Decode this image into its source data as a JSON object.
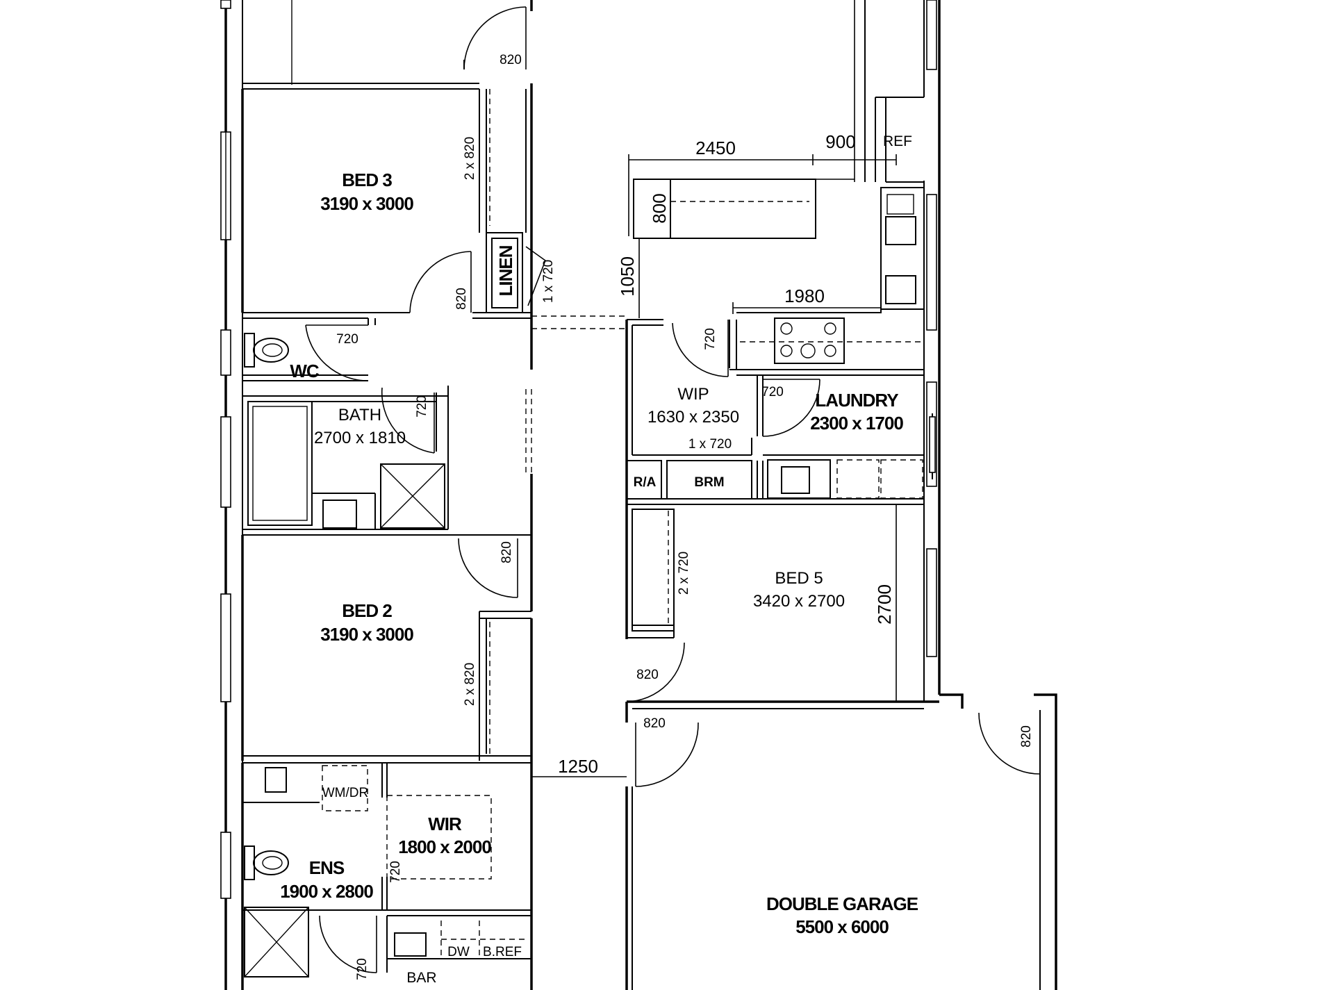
{
  "rooms": {
    "bed3": {
      "name": "BED 3",
      "size": "3190 x 3000"
    },
    "bed2": {
      "name": "BED 2",
      "size": "3190 x 3000"
    },
    "bed5": {
      "name": "BED 5",
      "size": "3420 x 2700"
    },
    "bath": {
      "name": "BATH",
      "size": "2700 x 1810"
    },
    "wc": {
      "name": "WC"
    },
    "wip": {
      "name": "WIP",
      "size": "1630 x 2350"
    },
    "laundry": {
      "name": "LAUNDRY",
      "size": "2300 x 1700"
    },
    "wir": {
      "name": "WIR",
      "size": "1800 x 2000"
    },
    "ens": {
      "name": "ENS",
      "size": "1900 x 2800"
    },
    "garage": {
      "name": "DOUBLE GARAGE",
      "size": "5500 x 6000"
    },
    "linen": {
      "name": "LINEN"
    },
    "ra": {
      "name": "R/A"
    },
    "brm": {
      "name": "BRM"
    },
    "ref": {
      "name": "REF"
    },
    "wmdr": {
      "name": "WM/DR"
    },
    "bar": {
      "name": "BAR"
    },
    "dw": {
      "name": "DW"
    },
    "bref": {
      "name": "B.REF"
    }
  },
  "dimensions": {
    "island_length": "2450",
    "fridge_gap": "900",
    "island_depth": "800",
    "walkway": "1050",
    "bench_length": "1980",
    "bed5_depth": "2700",
    "garage_walkway": "1250"
  },
  "openings": {
    "door_820": "820",
    "door_720": "720",
    "robe_2x820": "2 x 820",
    "robe_2x720": "2 x 720",
    "linen_1x720": "1 x 720"
  }
}
